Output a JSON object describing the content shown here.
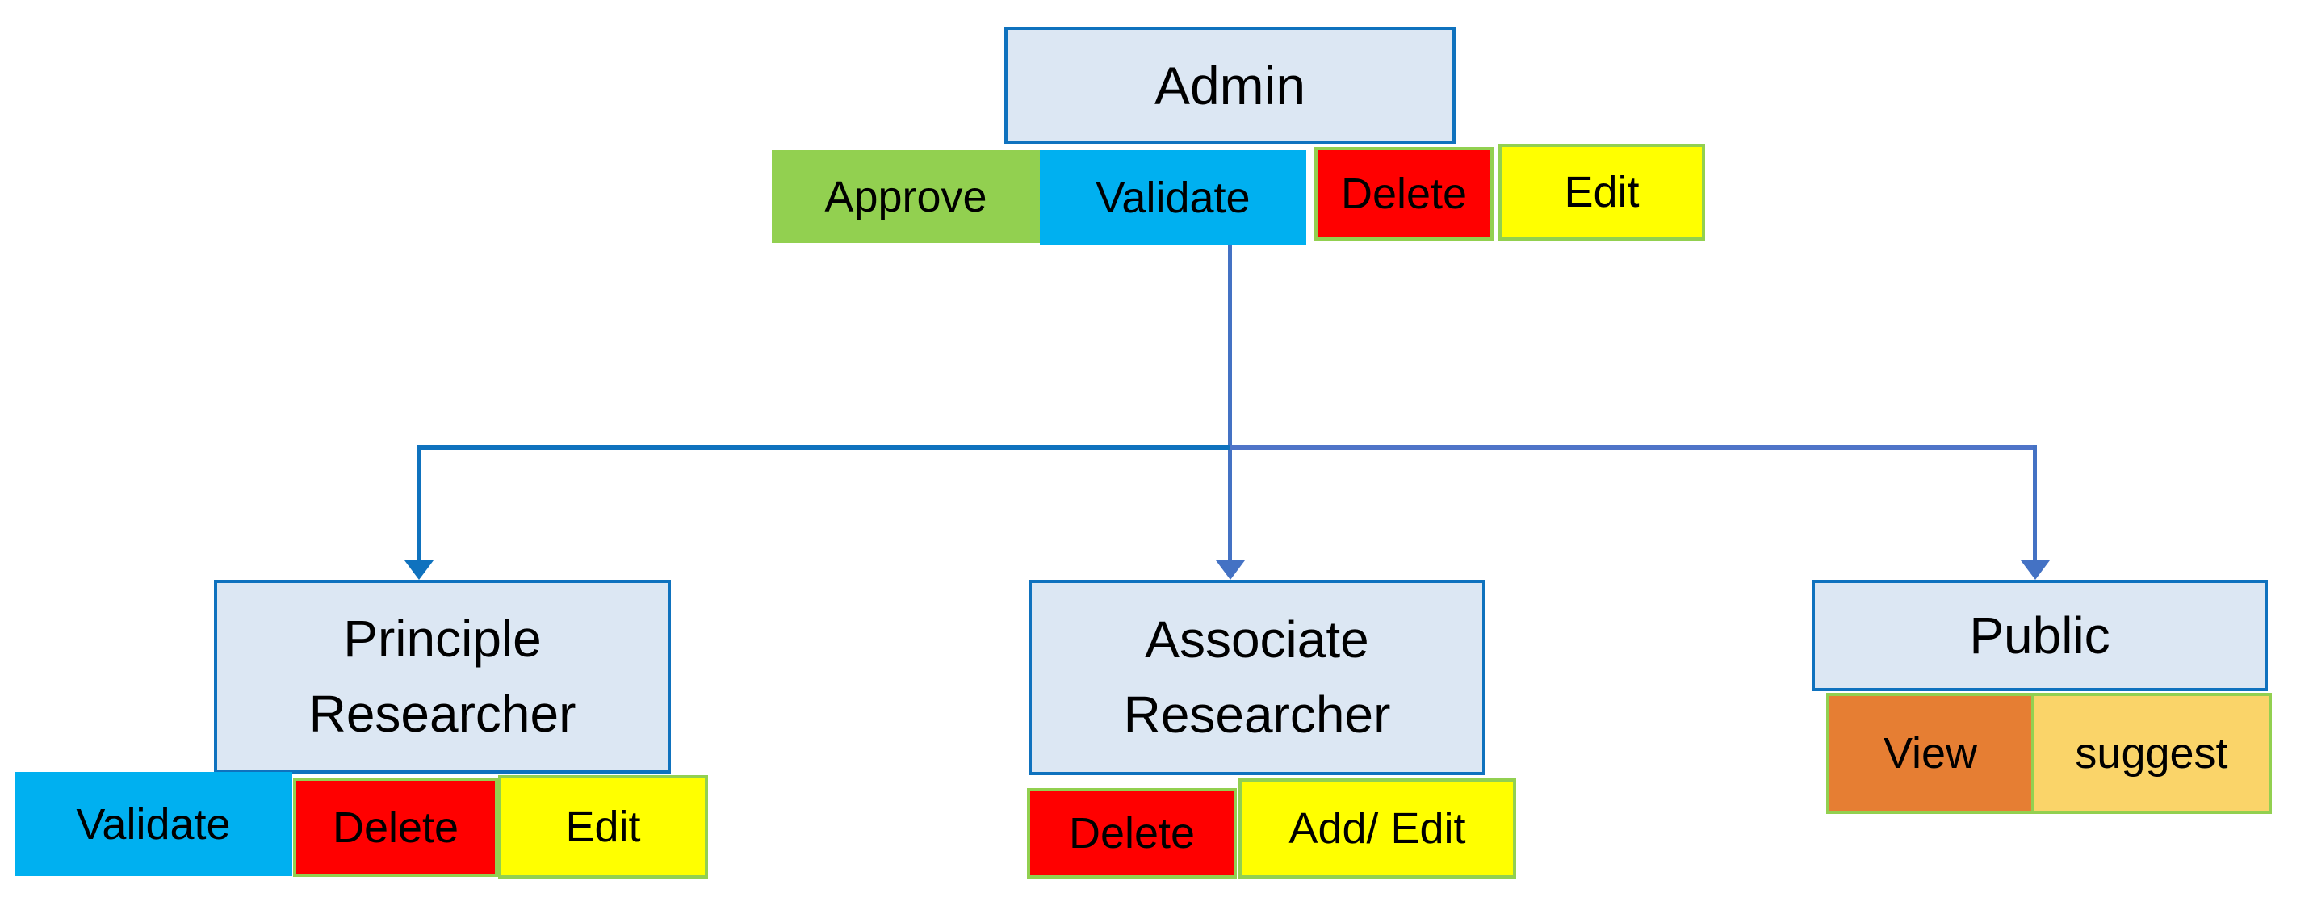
{
  "nodes": {
    "admin": {
      "label": "Admin"
    },
    "principle_researcher": {
      "line1": "Principle",
      "line2": "Researcher"
    },
    "associate_researcher": {
      "line1": "Associate",
      "line2": "Researcher"
    },
    "public": {
      "label": "Public"
    }
  },
  "permissions": {
    "admin": [
      {
        "label": "Approve",
        "fill": "#92d050"
      },
      {
        "label": "Validate",
        "fill": "#00b0f0"
      },
      {
        "label": "Delete",
        "fill": "#ff0000"
      },
      {
        "label": "Edit",
        "fill": "#ffff00"
      }
    ],
    "principle_researcher": [
      {
        "label": "Validate",
        "fill": "#00b0f0"
      },
      {
        "label": "Delete",
        "fill": "#ff0000"
      },
      {
        "label": "Edit",
        "fill": "#ffff00"
      }
    ],
    "associate_researcher": [
      {
        "label": "Delete",
        "fill": "#ff0000"
      },
      {
        "label": "Add/ Edit",
        "fill": "#ffff00"
      }
    ],
    "public": [
      {
        "label": "View",
        "fill": "#e67e33"
      },
      {
        "label": "suggest",
        "fill": "#fad469"
      }
    ]
  },
  "colors": {
    "node_fill": "#dce7f3",
    "node_border": "#0f72be",
    "chip_border_green": "#92d050",
    "connector_dark_blue": "#0f72be",
    "connector_light_blue": "#4472c4",
    "background": "#ffffff",
    "text": "#000000"
  }
}
